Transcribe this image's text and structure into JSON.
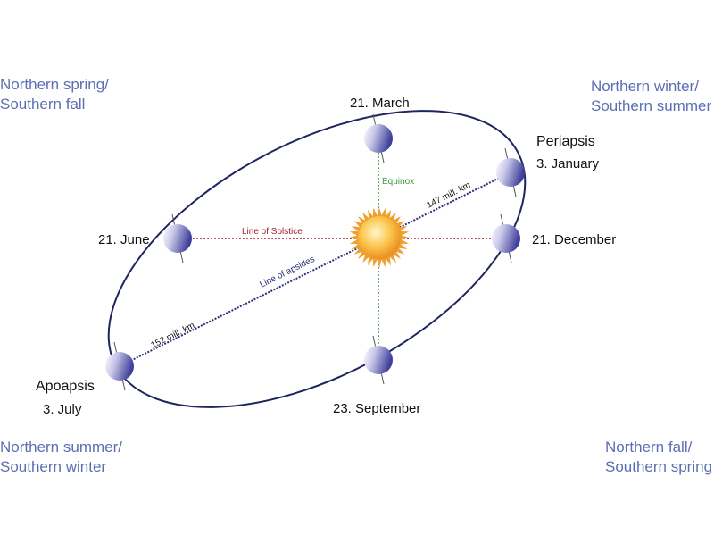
{
  "seasons": {
    "nw_line1": "Northern spring/",
    "nw_line2": "Southern fall",
    "ne_line1": "Northern winter/",
    "ne_line2": "Southern summer",
    "sw_line1": "Northern summer/",
    "sw_line2": "Southern winter",
    "se_line1": "Northern fall/",
    "se_line2": "Southern spring"
  },
  "dates": {
    "march": "21. March",
    "june": "21. June",
    "december": "21. December",
    "september": "23. September"
  },
  "periapsis": {
    "label": "Periapsis",
    "date": "3. January",
    "distance": "147 mill. km"
  },
  "apoapsis": {
    "label": "Apoapsis",
    "date": "3. July",
    "distance": "152 mill. km"
  },
  "lines": {
    "equinox": "Equinox",
    "solstice": "Line of Solstice",
    "apsides": "Line of apsides"
  },
  "colors": {
    "season_text": "#5b6fb3",
    "equinox": "#3a9a3a",
    "solstice": "#a02030",
    "apsides": "#2a2f7a",
    "orbit": "#1f2560",
    "sun": "#f5b43a",
    "planet": "#6a6ab8"
  }
}
